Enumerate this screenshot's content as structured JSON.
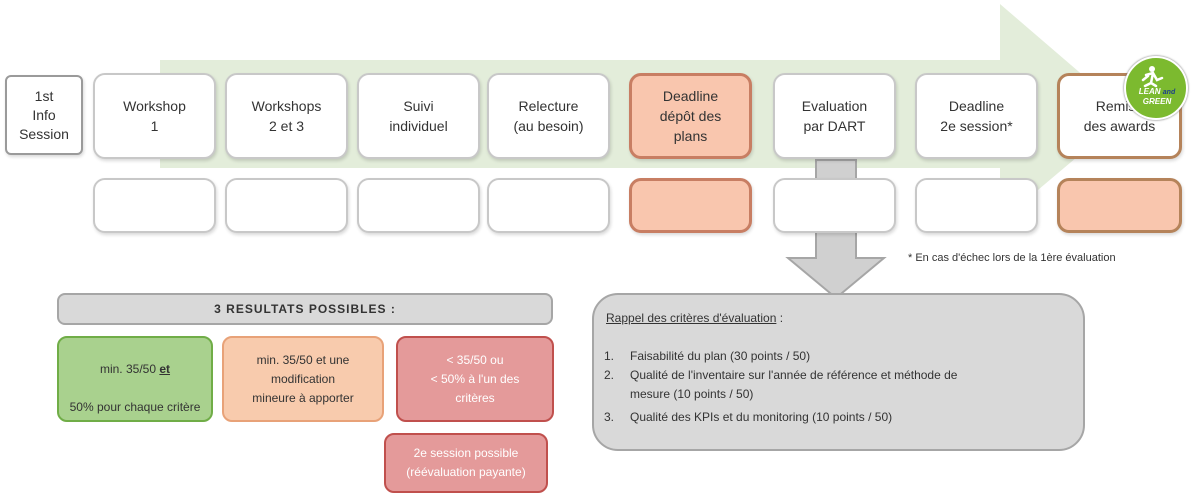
{
  "process": {
    "steps": [
      {
        "label": "1st\nInfo\nSession"
      },
      {
        "label": "Workshop\n1"
      },
      {
        "label": "Workshops\n2 et 3"
      },
      {
        "label": "Suivi\nindividuel"
      },
      {
        "label": "Relecture\n(au besoin)"
      },
      {
        "label": "Deadline\ndépôt des\nplans"
      },
      {
        "label": "Evaluation\npar DART"
      },
      {
        "label": "Deadline\n2e session*"
      },
      {
        "label": "Remise\ndes awards"
      }
    ]
  },
  "logo": {
    "line1": "LEAN",
    "line2": "and",
    "line3": "GREEN"
  },
  "footnote": "* En cas d'échec lors de la 1ère évaluation",
  "results": {
    "title": "3 RESULTATS POSSIBLES :",
    "r1_part1": "min. 35/50 ",
    "r1_emph": "et",
    "r1_part2": "50% pour chaque critère",
    "r2": "min. 35/50 et une\nmodification\nmineure à apporter",
    "r3": "< 35/50 ou\n< 50% à l'un des\ncritères",
    "second": "2e session possible\n(réévaluation payante)"
  },
  "criteria": {
    "heading": "Rappel des critères d'évaluation",
    "heading_suffix": " :",
    "items": [
      {
        "num": "1.",
        "text": "Faisabilité du plan (30 points / 50)"
      },
      {
        "num": "2.",
        "text": "Qualité de l'inventaire sur l'année de référence et méthode de\nmesure (10 points / 50)"
      },
      {
        "num": "3.",
        "text": "Qualité des KPIs et du monitoring (10 points / 50)"
      }
    ]
  },
  "colors": {
    "arrow": "#e3edda",
    "highlight": "#f9c6ae",
    "green": "#a9d18e",
    "orange": "#f8cbad",
    "red": "#e49a9a"
  }
}
